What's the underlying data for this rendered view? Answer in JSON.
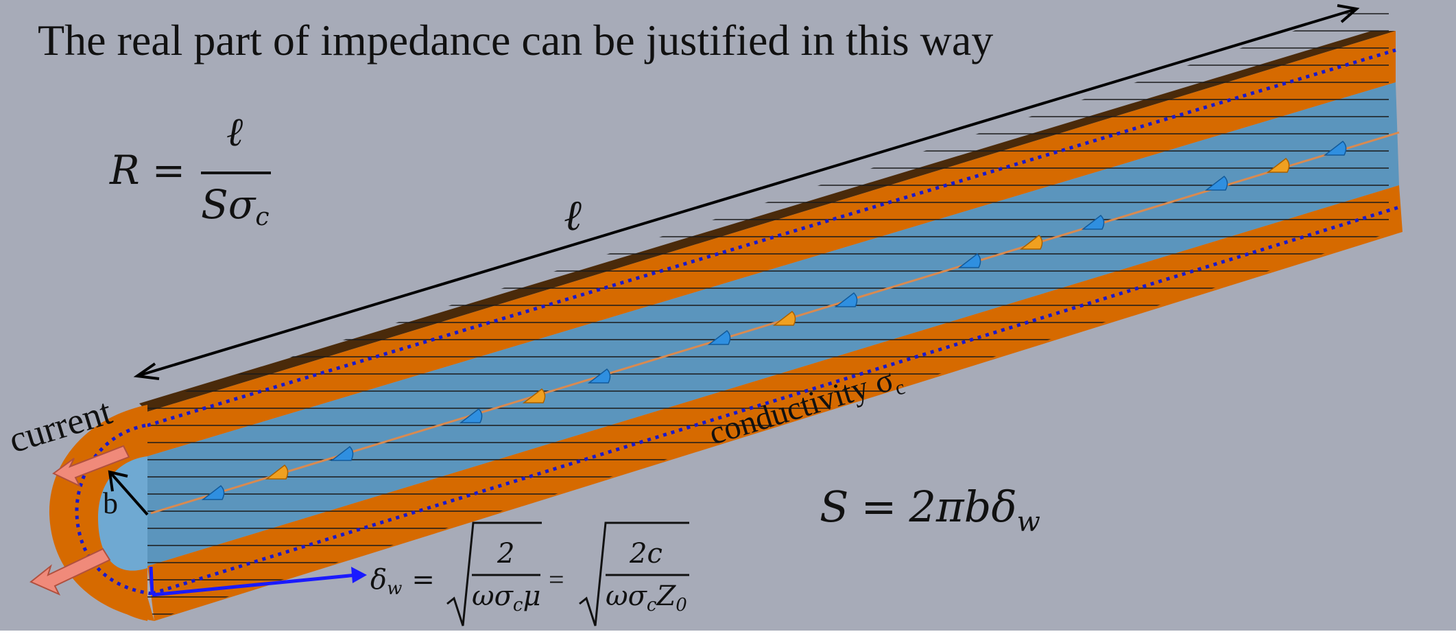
{
  "slide": {
    "title": "The real part of impedance can be justified in this way",
    "colors": {
      "background": "#a7abb8",
      "copper": "#d66a00",
      "copper_top": "#4a2a0a",
      "dielectric": "#5b95bd",
      "dielectric_end": "#6fa9d2",
      "inner_conductor_dotted": "#1a1acd",
      "arrow_blue": "#1a1aff",
      "current_arrow": "#f08a7a",
      "pulse_blue": "#2f8fe0",
      "pulse_orange": "#f0a020"
    }
  },
  "labels": {
    "length_symbol": "ℓ",
    "current": "current",
    "radius": "b",
    "conductivity": "conductivity σ",
    "conductivity_sub": "c"
  },
  "equations": {
    "resistance": {
      "lhs": "R",
      "eq": "=",
      "num": "ℓ",
      "den_S": "S",
      "den_sigma": "σ",
      "den_sub": "c"
    },
    "area": {
      "lhs": "S",
      "eq": "=",
      "rhs": "2πbδ",
      "sub": "w"
    },
    "skin_depth": {
      "lhs": "δ",
      "lhs_sub": "w",
      "eq1": "=",
      "frac1_num": "2",
      "frac1_den_a": "ωσ",
      "frac1_den_sub": "c",
      "frac1_den_b": "μ",
      "eq2": "=",
      "frac2_num": "2c",
      "frac2_den_a": "ωσ",
      "frac2_den_sub": "c",
      "frac2_den_b": "Z",
      "frac2_den_sub2": "0"
    }
  },
  "icons": {
    "current_arrows": "arrow-left-icon",
    "radius_arrow": "arrow-icon",
    "skin_depth_arrow": "arrow-right-icon"
  }
}
